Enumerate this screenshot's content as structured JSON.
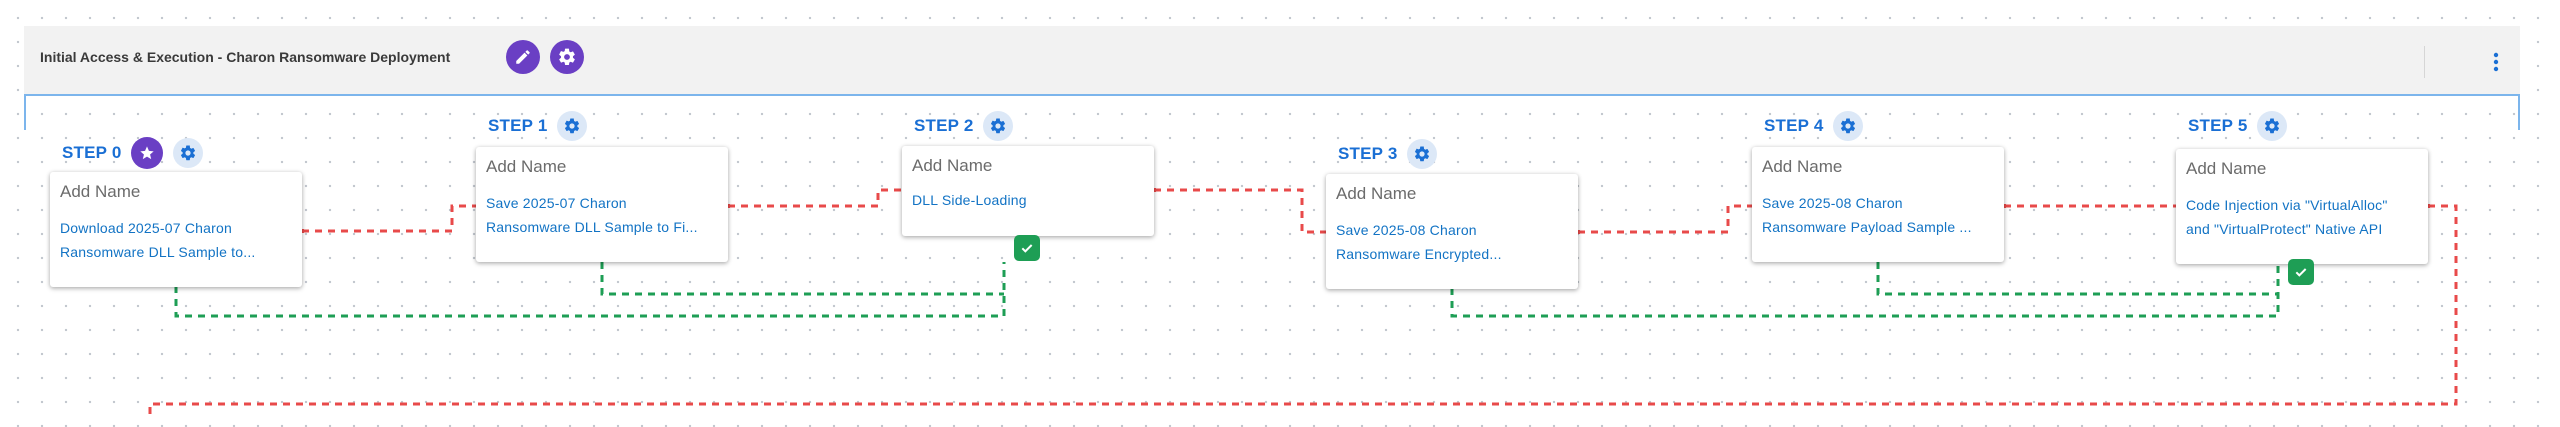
{
  "workflow": {
    "title": "Initial Access & Execution - Charon Ransomware Deployment",
    "edit_icon": "pencil-icon",
    "settings_icon": "gear-cog-icon",
    "menu_icon": "kebab-menu-icon"
  },
  "steps": [
    {
      "label": "STEP 0",
      "name": "Add Name",
      "desc_line1": "Download 2025-07 Charon",
      "desc_line2": "Ransomware DLL Sample to...",
      "start": true,
      "completed": false
    },
    {
      "label": "STEP 1",
      "name": "Add Name",
      "desc_line1": "Save 2025-07 Charon",
      "desc_line2": "Ransomware DLL Sample to Fi...",
      "start": false,
      "completed": false
    },
    {
      "label": "STEP 2",
      "name": "Add Name",
      "desc_line1": "DLL Side-Loading",
      "desc_line2": "",
      "start": false,
      "completed": true
    },
    {
      "label": "STEP 3",
      "name": "Add Name",
      "desc_line1": "Save 2025-08 Charon",
      "desc_line2": "Ransomware Encrypted...",
      "start": false,
      "completed": false
    },
    {
      "label": "STEP 4",
      "name": "Add Name",
      "desc_line1": "Save 2025-08 Charon",
      "desc_line2": "Ransomware Payload Sample ...",
      "start": false,
      "completed": false
    },
    {
      "label": "STEP 5",
      "name": "Add Name",
      "desc_line1": "Code Injection via \"VirtualAlloc\"",
      "desc_line2": "and \"VirtualProtect\" Native API",
      "start": false,
      "completed": true
    }
  ],
  "colors": {
    "accent_purple": "#6a3fc4",
    "step_blue": "#1a6fd4",
    "link_blue": "#1273c4",
    "failure_red": "#e84a4a",
    "success_green": "#1e9e55",
    "frame_blue": "#7cb5ec"
  }
}
